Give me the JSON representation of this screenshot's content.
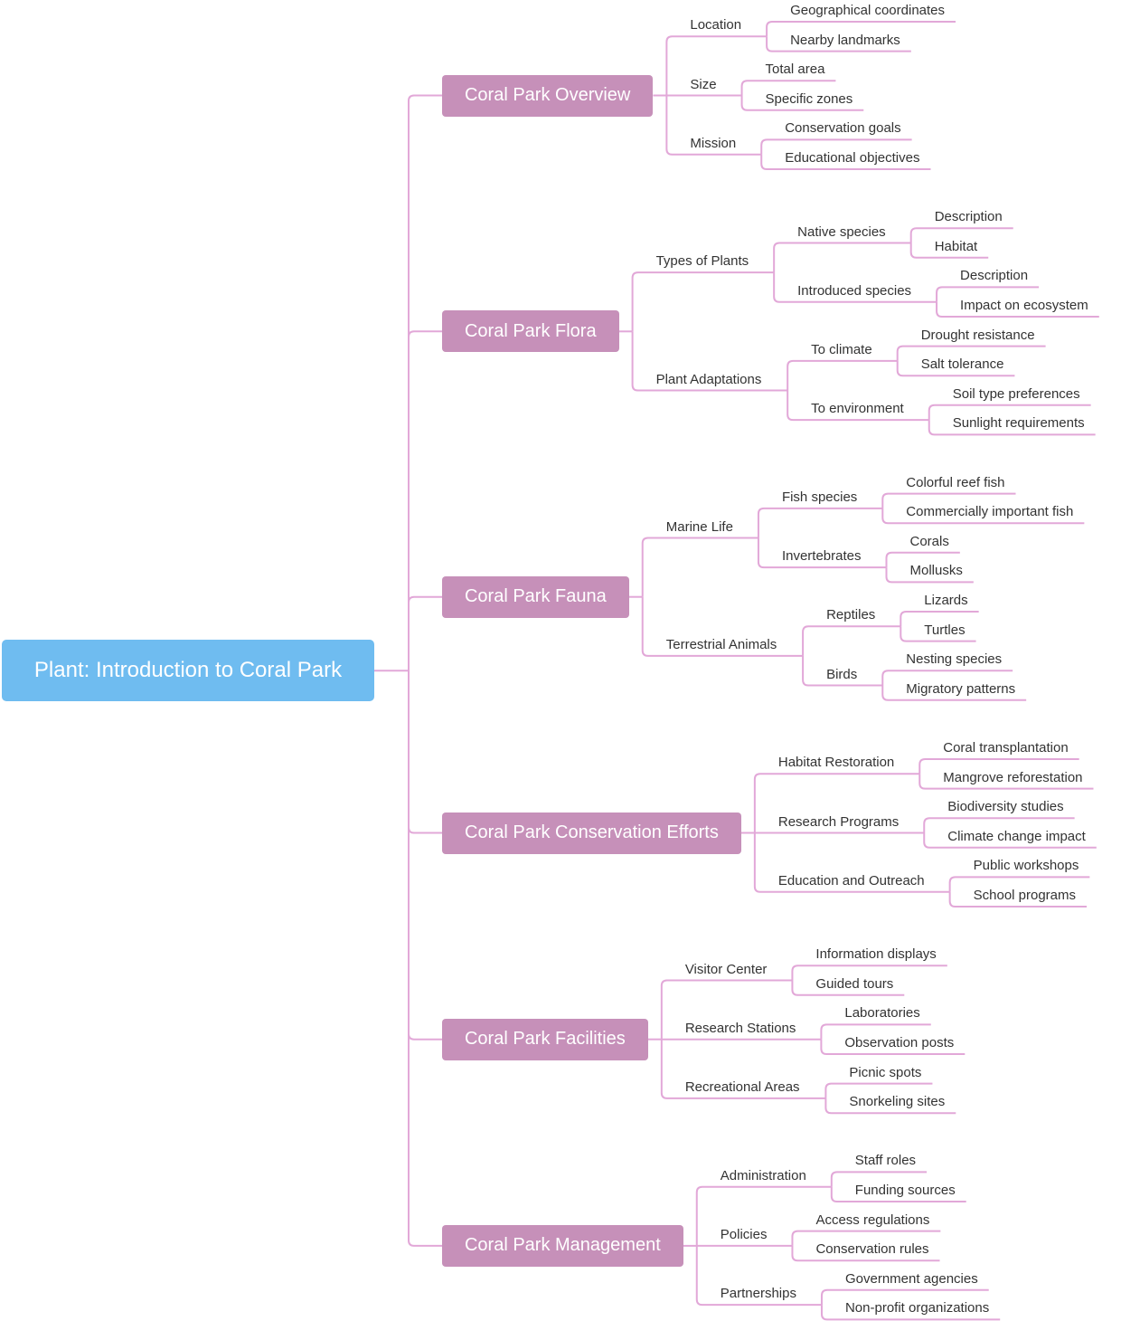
{
  "colors": {
    "root": "#6fbcf0",
    "branch": "#c690b9",
    "line": "#e2a8d8",
    "text": "#333333"
  },
  "root": {
    "label": "Plant: Introduction to Coral Park"
  },
  "branches": [
    {
      "label": "Coral Park Overview",
      "children": [
        {
          "label": "Location",
          "children": [
            {
              "label": "Geographical coordinates"
            },
            {
              "label": "Nearby landmarks"
            }
          ]
        },
        {
          "label": "Size",
          "children": [
            {
              "label": "Total area"
            },
            {
              "label": "Specific zones"
            }
          ]
        },
        {
          "label": "Mission",
          "children": [
            {
              "label": "Conservation goals"
            },
            {
              "label": "Educational objectives"
            }
          ]
        }
      ]
    },
    {
      "label": "Coral Park Flora",
      "children": [
        {
          "label": "Types of Plants",
          "children": [
            {
              "label": "Native species",
              "children": [
                {
                  "label": "Description"
                },
                {
                  "label": "Habitat"
                }
              ]
            },
            {
              "label": "Introduced species",
              "children": [
                {
                  "label": "Description"
                },
                {
                  "label": "Impact on ecosystem"
                }
              ]
            }
          ]
        },
        {
          "label": "Plant Adaptations",
          "children": [
            {
              "label": "To climate",
              "children": [
                {
                  "label": "Drought resistance"
                },
                {
                  "label": "Salt tolerance"
                }
              ]
            },
            {
              "label": "To environment",
              "children": [
                {
                  "label": "Soil type preferences"
                },
                {
                  "label": "Sunlight requirements"
                }
              ]
            }
          ]
        }
      ]
    },
    {
      "label": "Coral Park Fauna",
      "children": [
        {
          "label": "Marine Life",
          "children": [
            {
              "label": "Fish species",
              "children": [
                {
                  "label": "Colorful reef fish"
                },
                {
                  "label": "Commercially important fish"
                }
              ]
            },
            {
              "label": "Invertebrates",
              "children": [
                {
                  "label": "Corals"
                },
                {
                  "label": "Mollusks"
                }
              ]
            }
          ]
        },
        {
          "label": "Terrestrial Animals",
          "children": [
            {
              "label": "Reptiles",
              "children": [
                {
                  "label": "Lizards"
                },
                {
                  "label": "Turtles"
                }
              ]
            },
            {
              "label": "Birds",
              "children": [
                {
                  "label": "Nesting species"
                },
                {
                  "label": "Migratory patterns"
                }
              ]
            }
          ]
        }
      ]
    },
    {
      "label": "Coral Park Conservation Efforts",
      "children": [
        {
          "label": "Habitat Restoration",
          "children": [
            {
              "label": "Coral transplantation"
            },
            {
              "label": "Mangrove reforestation"
            }
          ]
        },
        {
          "label": "Research Programs",
          "children": [
            {
              "label": "Biodiversity studies"
            },
            {
              "label": "Climate change impact"
            }
          ]
        },
        {
          "label": "Education and Outreach",
          "children": [
            {
              "label": "Public workshops"
            },
            {
              "label": "School programs"
            }
          ]
        }
      ]
    },
    {
      "label": "Coral Park Facilities",
      "children": [
        {
          "label": "Visitor Center",
          "children": [
            {
              "label": "Information displays"
            },
            {
              "label": "Guided tours"
            }
          ]
        },
        {
          "label": "Research Stations",
          "children": [
            {
              "label": "Laboratories"
            },
            {
              "label": "Observation posts"
            }
          ]
        },
        {
          "label": "Recreational Areas",
          "children": [
            {
              "label": "Picnic spots"
            },
            {
              "label": "Snorkeling sites"
            }
          ]
        }
      ]
    },
    {
      "label": "Coral Park Management",
      "children": [
        {
          "label": "Administration",
          "children": [
            {
              "label": "Staff roles"
            },
            {
              "label": "Funding sources"
            }
          ]
        },
        {
          "label": "Policies",
          "children": [
            {
              "label": "Access regulations"
            },
            {
              "label": "Conservation rules"
            }
          ]
        },
        {
          "label": "Partnerships",
          "children": [
            {
              "label": "Government agencies"
            },
            {
              "label": "Non-profit organizations"
            }
          ]
        }
      ]
    }
  ]
}
